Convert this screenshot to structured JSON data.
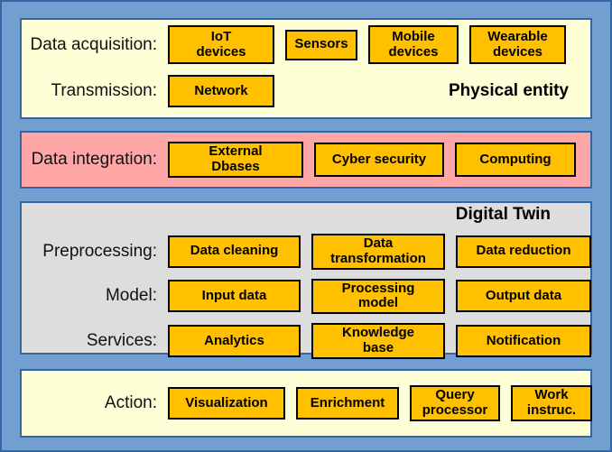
{
  "colors": {
    "background_blue": "#729fcf",
    "border_blue": "#3465a4",
    "panel_yellow": "#ffffd7",
    "panel_pink": "#ffa6a6",
    "panel_gray": "#dddddd",
    "box_orange": "#ffc000",
    "box_border": "#000000"
  },
  "panels": {
    "physical": {
      "title": "Physical entity",
      "rows": [
        {
          "label": "Data acquisition:",
          "boxes": [
            "IoT\ndevices",
            "Sensors",
            "Mobile\ndevices",
            "Wearable\ndevices"
          ]
        },
        {
          "label": "Transmission:",
          "boxes": [
            "Network"
          ]
        }
      ]
    },
    "integration": {
      "rows": [
        {
          "label": "Data integration:",
          "boxes": [
            "External\nDbases",
            "Cyber security",
            "Computing"
          ]
        }
      ]
    },
    "digital_twin": {
      "title": "Digital Twin",
      "rows": [
        {
          "label": "Preprocessing:",
          "boxes": [
            "Data cleaning",
            "Data\ntransformation",
            "Data reduction"
          ]
        },
        {
          "label": "Model:",
          "boxes": [
            "Input data",
            "Processing\nmodel",
            "Output data"
          ]
        },
        {
          "label": "Services:",
          "boxes": [
            "Analytics",
            "Knowledge\nbase",
            "Notification"
          ]
        }
      ]
    },
    "action": {
      "rows": [
        {
          "label": "Action:",
          "boxes": [
            "Visualization",
            "Enrichment",
            "Query\nprocessor",
            "Work\ninstruc."
          ]
        }
      ]
    }
  }
}
